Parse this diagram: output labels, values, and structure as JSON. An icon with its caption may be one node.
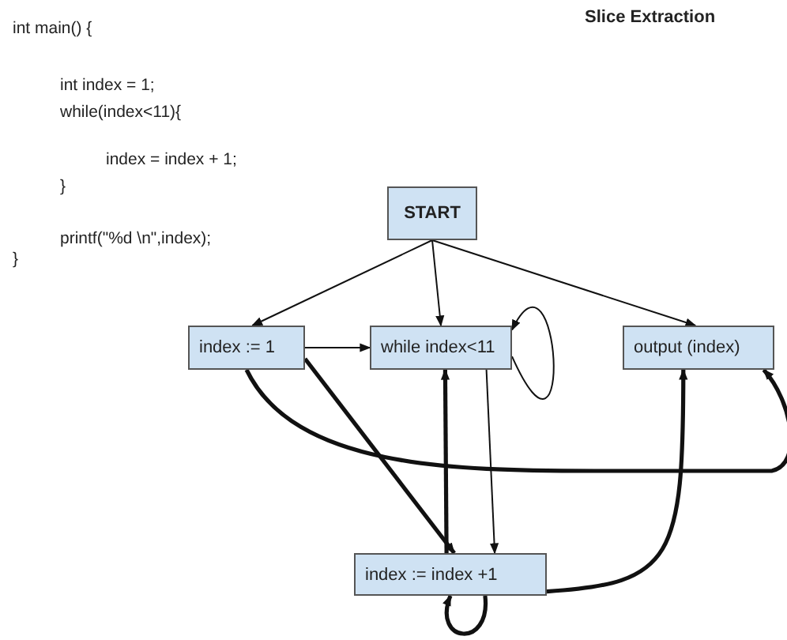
{
  "diagram": {
    "title": "Slice Extraction",
    "nodes": [
      {
        "text": [
          "START"
        ]
      },
      {
        "text": [
          "index := 1"
        ]
      },
      {
        "text": [
          "while index<11"
        ]
      },
      {
        "text": [
          "output (index)"
        ]
      },
      {
        "text": [
          "index := index +1"
        ]
      }
    ],
    "edges": [
      {
        "from": 0,
        "to": 1,
        "arrow": "to"
      },
      {
        "from": 0,
        "to": 2,
        "arrow": "to"
      },
      {
        "from": 0,
        "to": 3,
        "arrow": "to"
      },
      {
        "from": 1,
        "to": 2,
        "arrow": "to"
      },
      {
        "from": 2,
        "to": 2,
        "arrow": "to"
      },
      {
        "from": 2,
        "to": 4,
        "arrow": "to"
      },
      {
        "from": 1,
        "to": 4,
        "arrow": "to",
        "style": "thick"
      },
      {
        "from": 1,
        "to": 3,
        "arrow": "to",
        "style": "thick"
      },
      {
        "from": 4,
        "to": 2,
        "arrow": "to",
        "style": "thick"
      },
      {
        "from": 4,
        "to": 4,
        "arrow": "to",
        "style": "thick"
      },
      {
        "from": 4,
        "to": 3,
        "arrow": "to",
        "style": "thick"
      }
    ],
    "labels": [
      "int main() {",
      "int index = 1;",
      "while(index<11){",
      "index = index + 1;",
      "}",
      "printf(\"%d \\n\",index);",
      "}"
    ]
  }
}
